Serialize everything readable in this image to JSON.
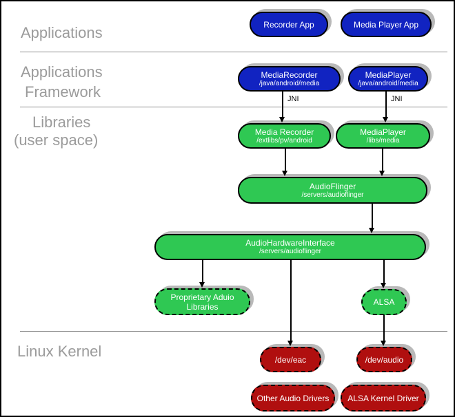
{
  "diagram": {
    "colors": {
      "app_blue": "#1123c1",
      "lib_green": "#2fc853",
      "kernel_red": "#b00f0f",
      "shadow_gray": "#b9b9b9",
      "section_label_gray": "#9b9b9b",
      "divider_gray": "#8c8c8c"
    },
    "sections": {
      "applications": {
        "label": "Applications"
      },
      "framework": {
        "line1": "Applications",
        "line2": "Framework"
      },
      "libraries": {
        "line1": "Libraries",
        "line2": "(user space)"
      },
      "kernel": {
        "label": "Linux Kernel"
      }
    },
    "nodes": {
      "recorder_app": {
        "title": "Recorder App"
      },
      "media_player_app": {
        "title": "Media Player App"
      },
      "media_recorder_fw": {
        "title": "MediaRecorder",
        "subtitle": "/java/android/media"
      },
      "media_player_fw": {
        "title": "MediaPlayer",
        "subtitle": "/java/android/media"
      },
      "media_recorder_lib": {
        "title": "Media Recorder",
        "subtitle": "/extlibs/pv/android"
      },
      "media_player_lib": {
        "title": "MediaPlayer",
        "subtitle": "/libs/media"
      },
      "audioflinger": {
        "title": "AudioFlinger",
        "subtitle": "/servers/audioflinger"
      },
      "audio_hardware_interface": {
        "title": "AudioHardwareInterface",
        "subtitle": "/servers/audioflinger"
      },
      "proprietary_audio_libraries": {
        "title": "Proprietary Aduio Libraries"
      },
      "alsa": {
        "title": "ALSA"
      },
      "dev_eac": {
        "title": "/dev/eac"
      },
      "dev_audio": {
        "title": "/dev/audio"
      },
      "other_audio_drivers": {
        "title": "Other Audio Drivers"
      },
      "alsa_kernel_driver": {
        "title": "ALSA Kernel Driver"
      }
    },
    "edge_labels": {
      "jni_left": "JNI",
      "jni_right": "JNI"
    }
  }
}
